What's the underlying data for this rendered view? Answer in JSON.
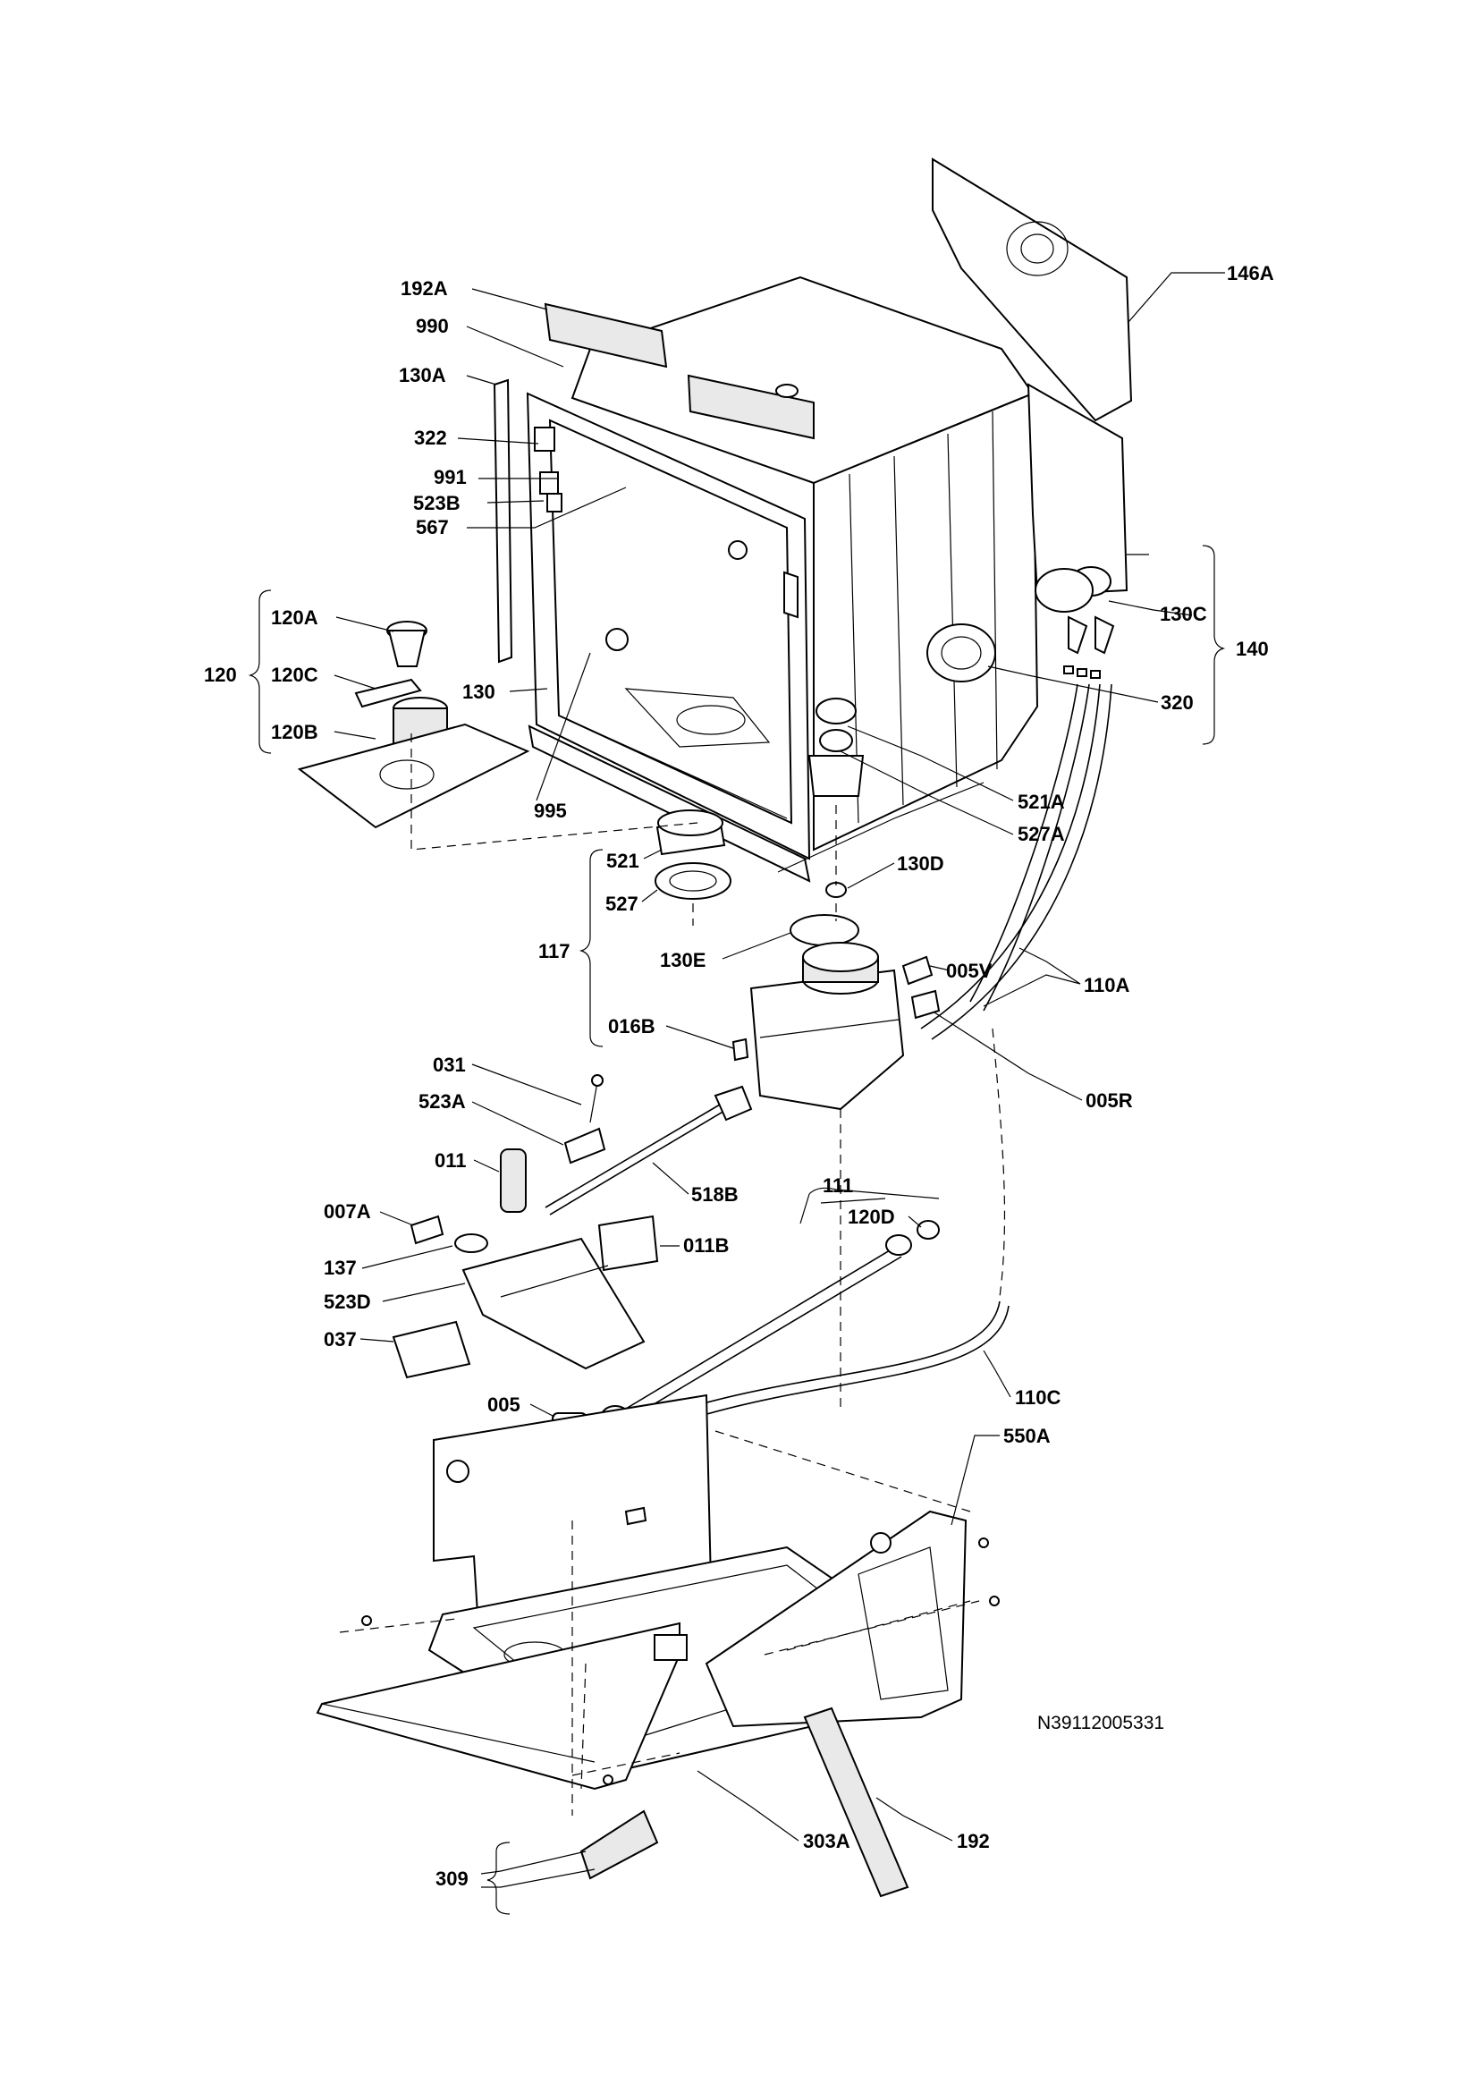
{
  "diagram": {
    "drawing_number": "N39112005331",
    "labels": {
      "l146A": "146A",
      "l192A": "192A",
      "l990": "990",
      "l130A": "130A",
      "l322": "322",
      "l991": "991",
      "l523B": "523B",
      "l567": "567",
      "l130C": "130C",
      "l140": "140",
      "l120A": "120A",
      "l120": "120",
      "l120C": "120C",
      "l120B": "120B",
      "l130": "130",
      "l320": "320",
      "l995": "995",
      "l521A": "521A",
      "l527A": "527A",
      "l521": "521",
      "l130D": "130D",
      "l527": "527",
      "l005V": "005V",
      "l117": "117",
      "l130E": "130E",
      "l110A": "110A",
      "l016B": "016B",
      "l005R": "005R",
      "l031": "031",
      "l523A": "523A",
      "l011": "011",
      "l518B": "518B",
      "l111": "111",
      "l007A": "007A",
      "l120D": "120D",
      "l011B": "011B",
      "l137": "137",
      "l523D": "523D",
      "l037": "037",
      "l110C": "110C",
      "l005": "005",
      "l550A": "550A",
      "l303A": "303A",
      "l192": "192",
      "l309": "309"
    }
  }
}
